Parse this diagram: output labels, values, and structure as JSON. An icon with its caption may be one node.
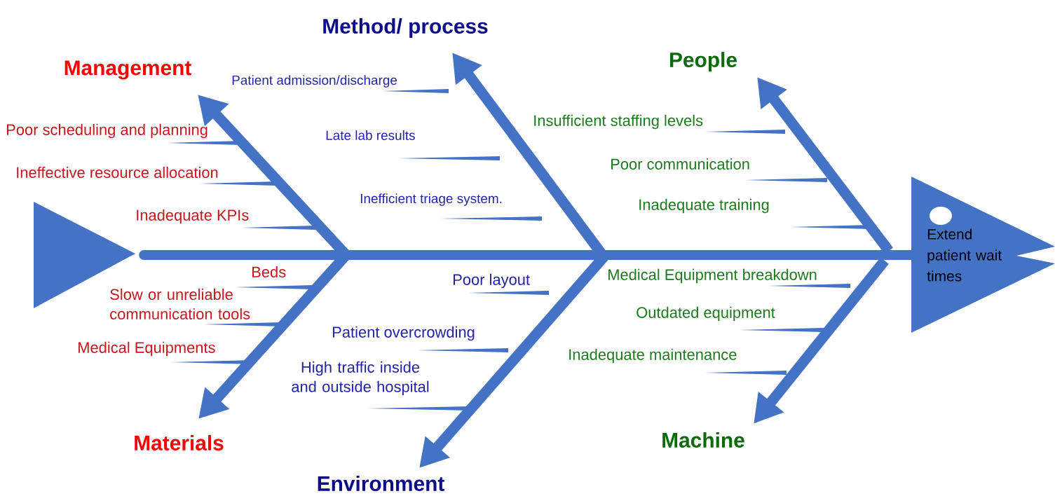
{
  "diagram": {
    "nodes": [
      {
        "text": [],
        "shape": "triangle"
      },
      {
        "text": [
          "Management"
        ]
      },
      {
        "text": [
          "Method/ process"
        ]
      },
      {
        "text": [
          "People"
        ]
      },
      {
        "text": [
          "Materials"
        ]
      },
      {
        "text": [
          "Environment"
        ]
      },
      {
        "text": [
          "Machine"
        ]
      },
      {
        "text": [
          "Extend patient wait times"
        ]
      }
    ],
    "edges": [
      {
        "from": 0,
        "to": 7,
        "arrow": "none"
      },
      {
        "from": null,
        "to": 1,
        "arrow": "to"
      },
      {
        "from": null,
        "to": 2,
        "arrow": "to"
      },
      {
        "from": null,
        "to": 3,
        "arrow": "to"
      },
      {
        "from": null,
        "to": 4,
        "arrow": "to"
      },
      {
        "from": null,
        "to": 5,
        "arrow": "to"
      },
      {
        "from": null,
        "to": 6,
        "arrow": "to"
      }
    ],
    "labels": [
      "Poor scheduling and planning",
      "Ineffective resource allocation",
      "Inadequate KPIs",
      "Patient admission/discharge",
      "Late lab results",
      "Inefficient triage system.",
      "Insufficient staffing levels",
      "Poor communication",
      "Inadequate training",
      "Beds",
      "Slow or unreliable communication tools",
      "Medical Equipments",
      "Poor layout",
      "Patient overcrowding",
      "High traffic inside and outside hospital",
      "Medical Equipment breakdown",
      "Outdated equipment",
      "Inadequate maintenance"
    ]
  }
}
